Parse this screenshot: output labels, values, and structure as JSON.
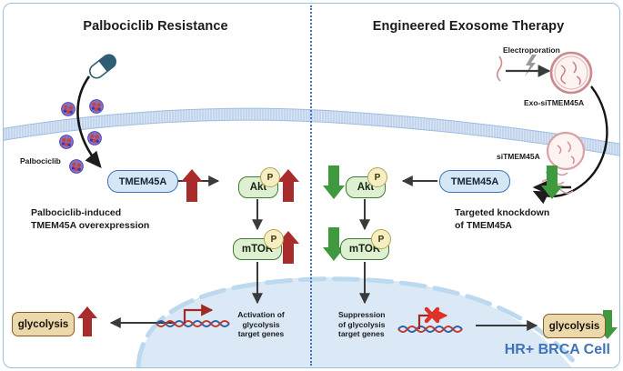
{
  "figure": {
    "cell_label": "HR+ BRCA Cell",
    "panels": [
      {
        "id": "left",
        "title": "Palbociclib Resistance"
      },
      {
        "id": "right",
        "title": "Engineered Exosome Therapy"
      }
    ]
  },
  "left_panel": {
    "drug_label": "Palbociclib",
    "drug_icon": "capsule-pill-icon",
    "caption": "Palbociclib-induced\nTMEM45A overexpression",
    "caption_line1": "Palbociclib-induced",
    "caption_line2": "TMEM45A overexpression",
    "nodes": {
      "tmem": "TMEM45A",
      "akt": "Akt",
      "mtor": "mTOR",
      "phospho": "P",
      "glycolysis": "glycolysis"
    },
    "nucleus_text_line1": "Activation of",
    "nucleus_text_line2": "glycolysis",
    "nucleus_text_line3": "target genes",
    "regulation": "up",
    "arrow_color": "#a82c2c",
    "gene_state": "transcription-active"
  },
  "right_panel": {
    "electroporation_label": "Electroporation",
    "exosome_label": "Exo-siTMEM45A",
    "sirna_label": "siTMEM45A",
    "caption_line1": "Targeted knockdown",
    "caption_line2": "of TMEM45A",
    "nodes": {
      "tmem": "TMEM45A",
      "akt": "Akt",
      "mtor": "mTOR",
      "phospho": "P",
      "glycolysis": "glycolysis"
    },
    "nucleus_text_line1": "Suppression",
    "nucleus_text_line2": "of glycolysis",
    "nucleus_text_line3": "target genes",
    "regulation": "down",
    "arrow_color": "#3f9a3f",
    "gene_state": "transcription-blocked"
  },
  "colors": {
    "panel_border": "#9dbfe0",
    "divider": "#3f73b8",
    "membrane": "#c3d6ee",
    "nucleus_fill": "#dbe9f6",
    "tmem_fill": "#d5e6f5",
    "tmem_stroke": "#3f73b8",
    "protein_fill": "#dff0d2",
    "protein_stroke": "#3f7a2e",
    "phospho_fill": "#f5efc3",
    "phospho_stroke": "#b8a24e",
    "glycolysis_fill": "#ecd9ab",
    "glycolysis_stroke": "#8a5a22",
    "up_arrow": "#a82c2c",
    "down_arrow": "#3f9a3f",
    "exosome": "#c98a8d",
    "drug_particle": "#6b5bbd",
    "capsule": "#2f5d73",
    "cell_label": "#3f73b8",
    "dna_red": "#c0392b",
    "dna_blue": "#2f5fa8"
  }
}
